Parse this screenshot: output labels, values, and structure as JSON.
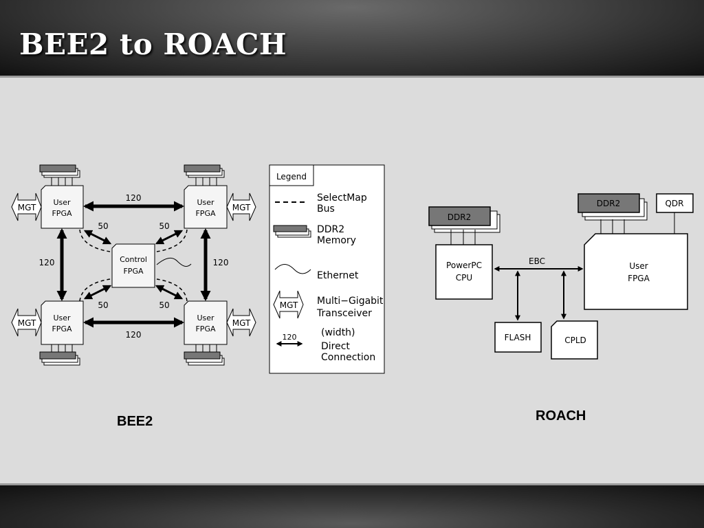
{
  "slide": {
    "title": "BEE2 to ROACH",
    "bee2_caption": "BEE2",
    "roach_caption": "ROACH"
  },
  "bee2": {
    "user_fpga_line1": "User",
    "user_fpga_line2": "FPGA",
    "control_fpga_line1": "Control",
    "control_fpga_line2": "FPGA",
    "mgt_label": "MGT",
    "link_top": "120",
    "link_bottom": "120",
    "link_left": "120",
    "link_right": "120",
    "diag_top_left": "50",
    "diag_top_right": "50",
    "diag_bottom_left": "50",
    "diag_bottom_right": "50"
  },
  "legend": {
    "title": "Legend",
    "selectmap_line1": "SelectMap",
    "selectmap_line2": "Bus",
    "ddr2_line1": "DDR2",
    "ddr2_line2": "Memory",
    "ethernet": "Ethernet",
    "mgt_icon_label": "MGT",
    "mgt_line1": "Multi−Gigabit",
    "mgt_line2": "Transceiver",
    "direct_number": "120",
    "direct_line1": "(width)",
    "direct_line2": "Direct",
    "direct_line3": "Connection"
  },
  "roach": {
    "ddr2_left": "DDR2",
    "ddr2_right": "DDR2",
    "qdr": "QDR",
    "powerpc_line1": "PowerPC",
    "powerpc_line2": "CPU",
    "ebc": "EBC",
    "user_fpga_line1": "User",
    "user_fpga_line2": "FPGA",
    "flash": "FLASH",
    "cpld": "CPLD"
  }
}
